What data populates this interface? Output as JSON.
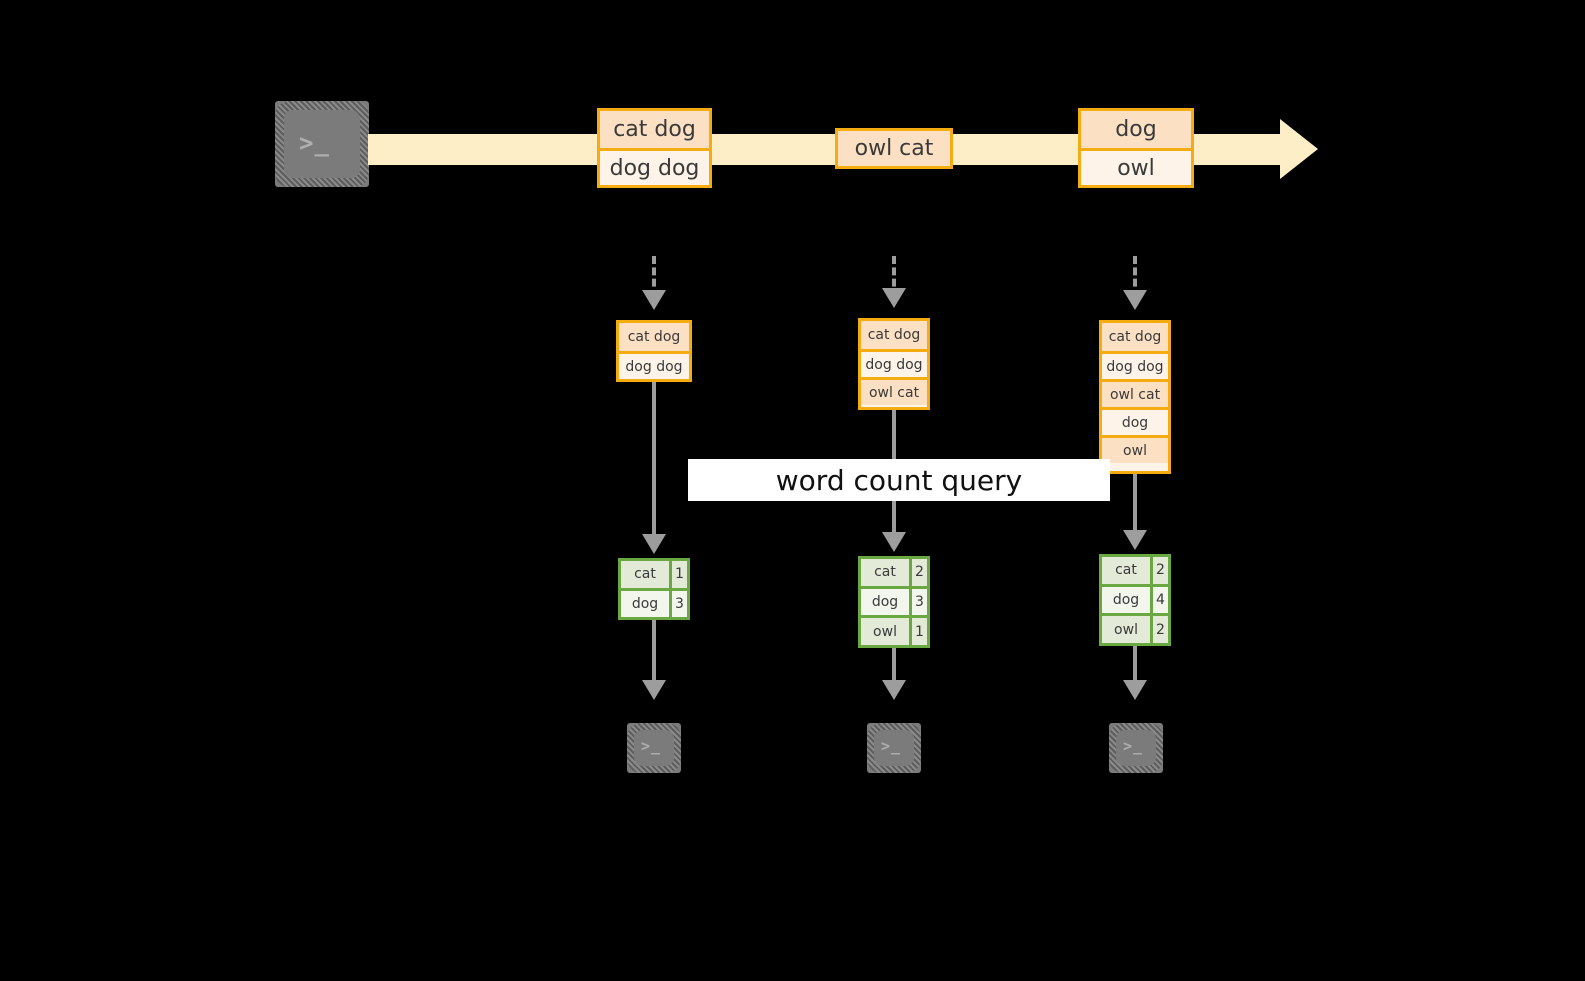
{
  "diagram": {
    "title_label": "word count query",
    "colors": {
      "background": "#000000",
      "stream_band": "#fdeec8",
      "record_border": "#f5ac13",
      "record_fill_dark": "#fbe0c4",
      "record_fill_light": "#fdf3e8",
      "table_border": "#6aa942",
      "table_fill_dark": "#e3ead7",
      "table_fill_light": "#f2f6ec",
      "arrow_gray": "#9d9d9d",
      "terminal_gray": "#7b7b7b",
      "label_bg": "#ffffff"
    },
    "source": {
      "icon": "terminal-icon",
      "glyph": ">_"
    },
    "stream": {
      "groups": [
        {
          "name": "stream-group-1",
          "rows": [
            "cat dog",
            "dog dog"
          ]
        },
        {
          "name": "stream-group-2",
          "rows": [
            "owl cat"
          ]
        },
        {
          "name": "stream-group-3",
          "rows": [
            "dog",
            "owl"
          ]
        }
      ]
    },
    "columns": [
      {
        "name": "snapshot-1",
        "state_rows": [
          "cat dog",
          "dog dog"
        ],
        "result_rows": [
          {
            "key": "cat",
            "value": "1"
          },
          {
            "key": "dog",
            "value": "3"
          }
        ],
        "sink_glyph": ">_"
      },
      {
        "name": "snapshot-2",
        "state_rows": [
          "cat dog",
          "dog dog",
          "owl cat"
        ],
        "result_rows": [
          {
            "key": "cat",
            "value": "2"
          },
          {
            "key": "dog",
            "value": "3"
          },
          {
            "key": "owl",
            "value": "1"
          }
        ],
        "sink_glyph": ">_"
      },
      {
        "name": "snapshot-3",
        "state_rows": [
          "cat dog",
          "dog dog",
          "owl cat",
          "dog",
          "owl"
        ],
        "result_rows": [
          {
            "key": "cat",
            "value": "2"
          },
          {
            "key": "dog",
            "value": "4"
          },
          {
            "key": "owl",
            "value": "2"
          }
        ],
        "sink_glyph": ">_"
      }
    ]
  }
}
